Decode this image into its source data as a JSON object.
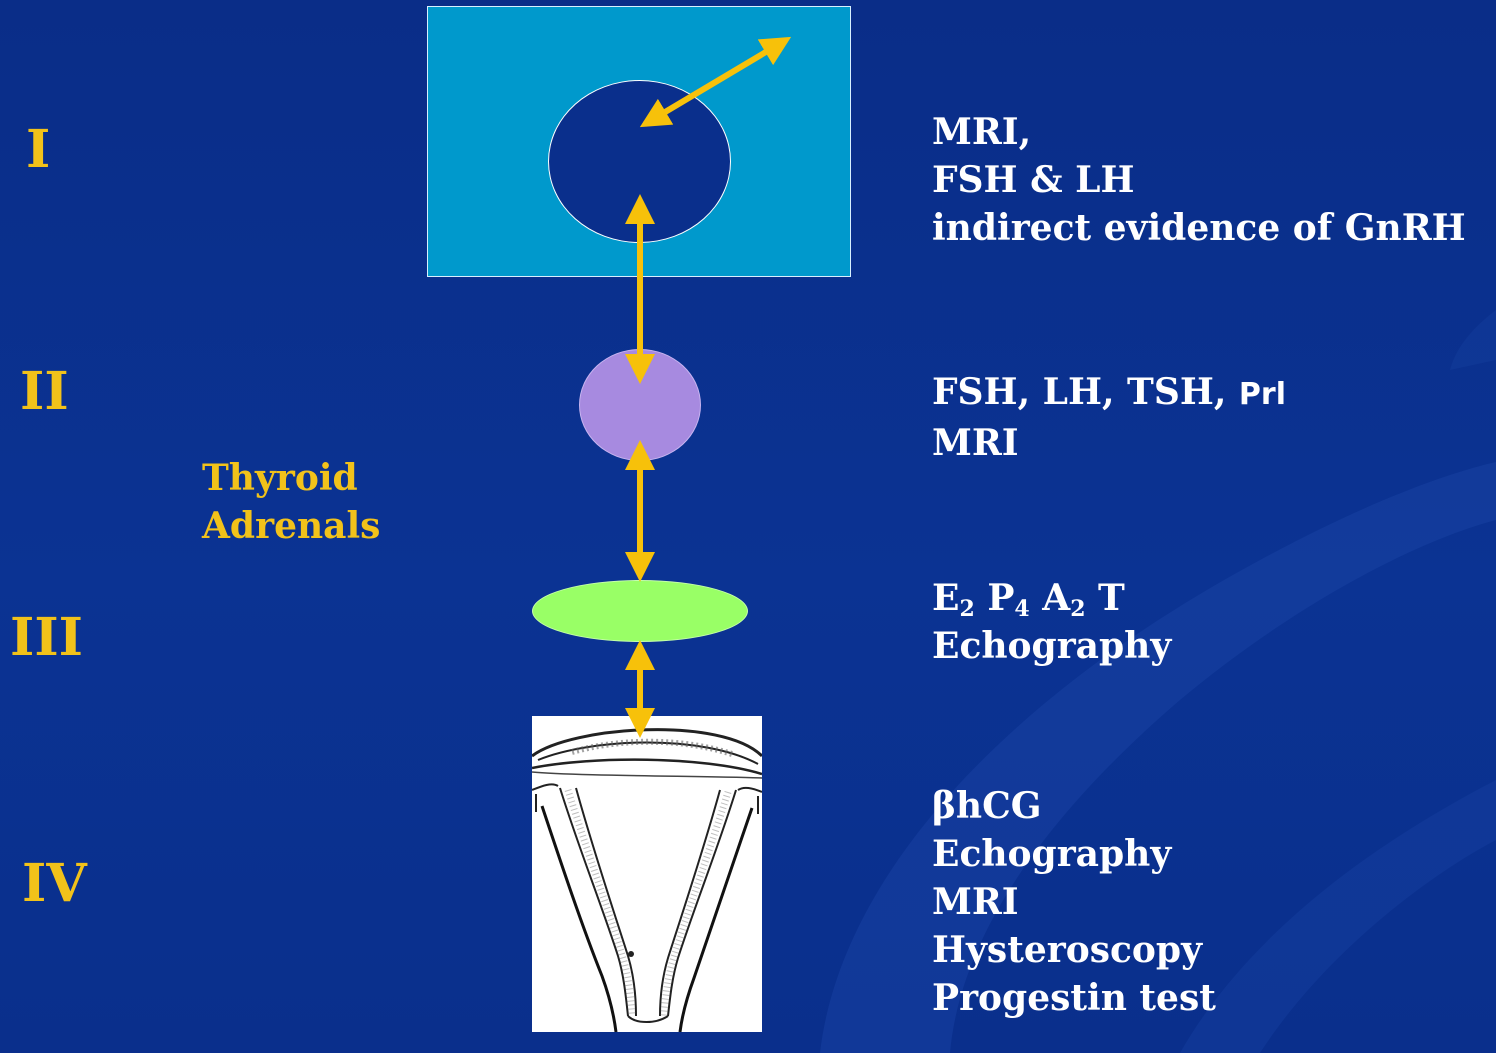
{
  "levels": [
    "I",
    "II",
    "III",
    "IV"
  ],
  "side_labels": {
    "line1": "Thyroid",
    "line2": "Adrenals"
  },
  "level1_info": [
    "MRI,",
    "FSH & LH",
    "indirect evidence of GnRH"
  ],
  "level2_info": {
    "line1_main": "FSH, LH, TSH,",
    "line1_prl": "Prl",
    "line2": "MRI"
  },
  "level3_info": {
    "e": "E",
    "e_sub": "2",
    "p": "P",
    "p_sub": "4",
    "a": "A",
    "a_sub": "2",
    "t": "T",
    "line2": "Echography"
  },
  "level4_info": [
    "βhCG",
    "Echography",
    "MRI",
    "Hysteroscopy",
    "Progestin test"
  ],
  "colors": {
    "background": "#0b318f",
    "roman_numerals": "#f2c21a",
    "arrows": "#f7c10a",
    "hypothalamus_box": "#0099cc",
    "pituitary": "#a78ae0",
    "ovary": "#99ff66",
    "text": "#ffffff"
  }
}
